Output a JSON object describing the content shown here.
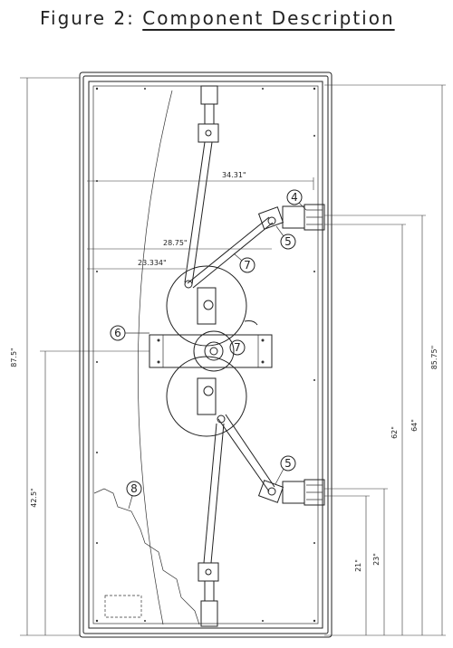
{
  "figure": {
    "prefix": "Figure 2:",
    "title": "Component Description"
  },
  "dimensions": {
    "d1": "34.31\"",
    "d2": "28.75\"",
    "d3": "23.334\"",
    "d_height": "87.5\"",
    "d_left": "42.5\"",
    "d_r1": "85.75\"",
    "d_r2": "64\"",
    "d_r3": "62\"",
    "d_r4": "23\"",
    "d_r5": "21\""
  },
  "callouts": {
    "c4": "4",
    "c5a": "5",
    "c5b": "5",
    "c6": "6",
    "c7a": "7",
    "c7b": "7",
    "c8": "8"
  }
}
